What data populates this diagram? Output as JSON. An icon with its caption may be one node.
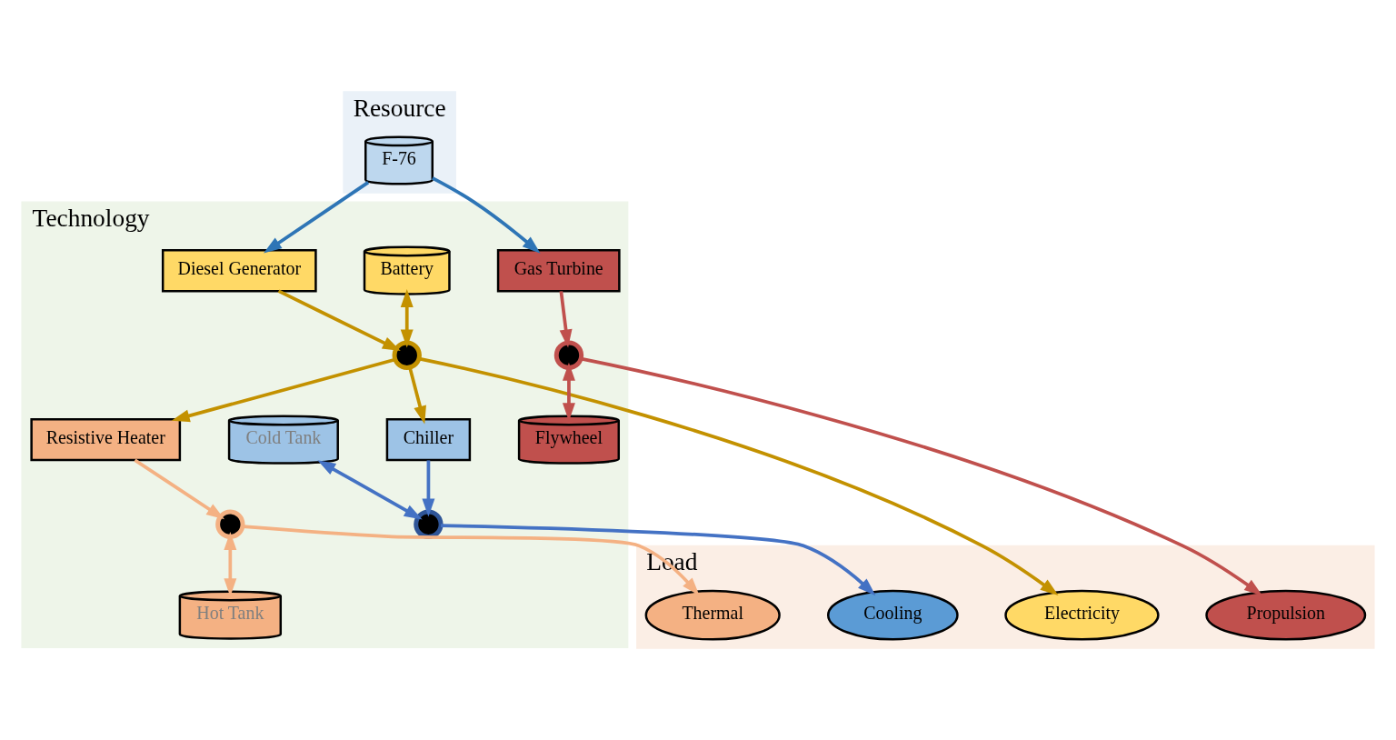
{
  "diagram": {
    "nodes": [
      {
        "text": [
          "Resource"
        ]
      },
      {
        "text": [
          "F-76"
        ],
        "in": 0
      },
      {
        "text": [
          "Technology"
        ]
      },
      {
        "text": [
          "Diesel Generator"
        ],
        "in": 2
      },
      {
        "text": [
          "Gas Turbine"
        ],
        "in": 2
      },
      {
        "text": [
          "Battery"
        ],
        "in": 2
      },
      {
        "text": [],
        "shape": "circle",
        "in": 2
      },
      {
        "text": [
          "Resistive Heater"
        ],
        "in": 2
      },
      {
        "text": [],
        "shape": "circle",
        "in": 2
      },
      {
        "text": [
          "Flywheel"
        ],
        "in": 2
      },
      {
        "text": [
          "Chiller"
        ],
        "in": 2
      },
      {
        "text": [],
        "shape": "circle",
        "in": 2
      },
      {
        "text": [
          "Hot Tank"
        ],
        "in": 2
      },
      {
        "text": [
          "Cold Tank"
        ],
        "in": 2
      },
      {
        "text": [],
        "shape": "circle",
        "in": 2
      },
      {
        "text": [
          "Load"
        ]
      },
      {
        "text": [
          "Electricity"
        ],
        "in": 15
      },
      {
        "text": [
          "Cooling"
        ],
        "in": 15
      },
      {
        "text": [
          "Thermal"
        ],
        "in": 15
      },
      {
        "text": [
          "Propulsion"
        ],
        "in": 15
      }
    ],
    "edges": [
      {
        "from": 1,
        "to": 3,
        "arrow": "to",
        "color": "#2e75b6"
      },
      {
        "from": 1,
        "to": 4,
        "arrow": "to",
        "color": "#2e75b6"
      },
      {
        "from": 3,
        "to": 6,
        "arrow": "to",
        "color": "#c39100"
      },
      {
        "from": 4,
        "to": 8,
        "arrow": "to",
        "color": "#c0504d"
      },
      {
        "from": 5,
        "to": 6,
        "arrow": "both",
        "color": "#c39100"
      },
      {
        "from": 6,
        "to": 7,
        "arrow": "to",
        "color": "#c39100"
      },
      {
        "from": 8,
        "to": 9,
        "arrow": "both",
        "color": "#c0504d"
      },
      {
        "from": 6,
        "to": 10,
        "arrow": "to",
        "color": "#c39100"
      },
      {
        "from": 7,
        "to": 11,
        "arrow": "to",
        "color": "#f4b183"
      },
      {
        "from": 11,
        "to": 12,
        "arrow": "both",
        "color": "#f4b183"
      },
      {
        "from": 6,
        "to": 16,
        "arrow": "to",
        "color": "#c39100"
      },
      {
        "from": 10,
        "to": 14,
        "arrow": "to",
        "color": "#4472c4"
      },
      {
        "from": 13,
        "to": 14,
        "arrow": "both",
        "color": "#4472c4"
      },
      {
        "from": 14,
        "to": 17,
        "arrow": "to",
        "color": "#4472c4"
      },
      {
        "from": 11,
        "to": 18,
        "arrow": "to",
        "color": "#f4b183"
      },
      {
        "from": 8,
        "to": 19,
        "arrow": "to",
        "color": "#c0504d"
      }
    ]
  }
}
